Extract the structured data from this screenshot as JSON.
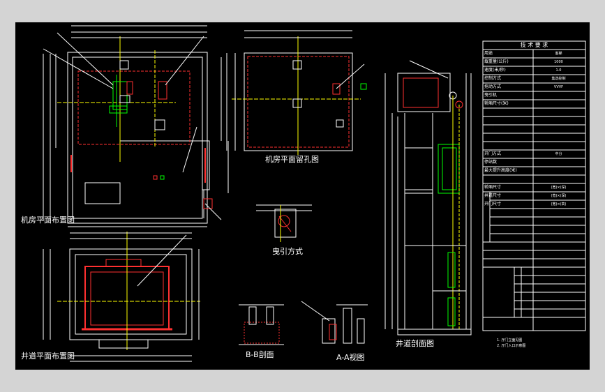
{
  "labels": {
    "machine_room_plan": "机房平面布置图",
    "machine_room_holes": "机房平面留孔图",
    "traction_method": "曳引方式",
    "shaft_plan": "井道平面布置图",
    "section_b": "B-B剖面",
    "view_a": "A-A视图",
    "shaft_section": "井道剖面图"
  },
  "spec_table": {
    "title": "技 术 要 求",
    "rows": [
      {
        "label": "用途",
        "value": "客梯"
      },
      {
        "label": "载重量(公斤)",
        "value": "1000"
      },
      {
        "label": "速度(米/秒)",
        "value": "1.0"
      },
      {
        "label": "控制方式",
        "value": "集选控制"
      },
      {
        "label": "拖动方式",
        "value": "VVVF"
      },
      {
        "label": "曳引机",
        "value": ""
      },
      {
        "label": "轿厢尺寸(米)",
        "value": ""
      },
      {
        "label": "开门方式",
        "value": "中分"
      },
      {
        "label": "停站数",
        "value": ""
      },
      {
        "label": "最大提升高度(米)",
        "value": ""
      },
      {
        "label": "轿厢尺寸",
        "value": "(宽)×(深)"
      },
      {
        "label": "井道尺寸",
        "value": "(宽)×(深)"
      },
      {
        "label": "开门尺寸",
        "value": "(宽)×(高)"
      }
    ]
  },
  "notes": [
    "1. 厅门立面见图",
    "2. 厅门入口示意图"
  ]
}
